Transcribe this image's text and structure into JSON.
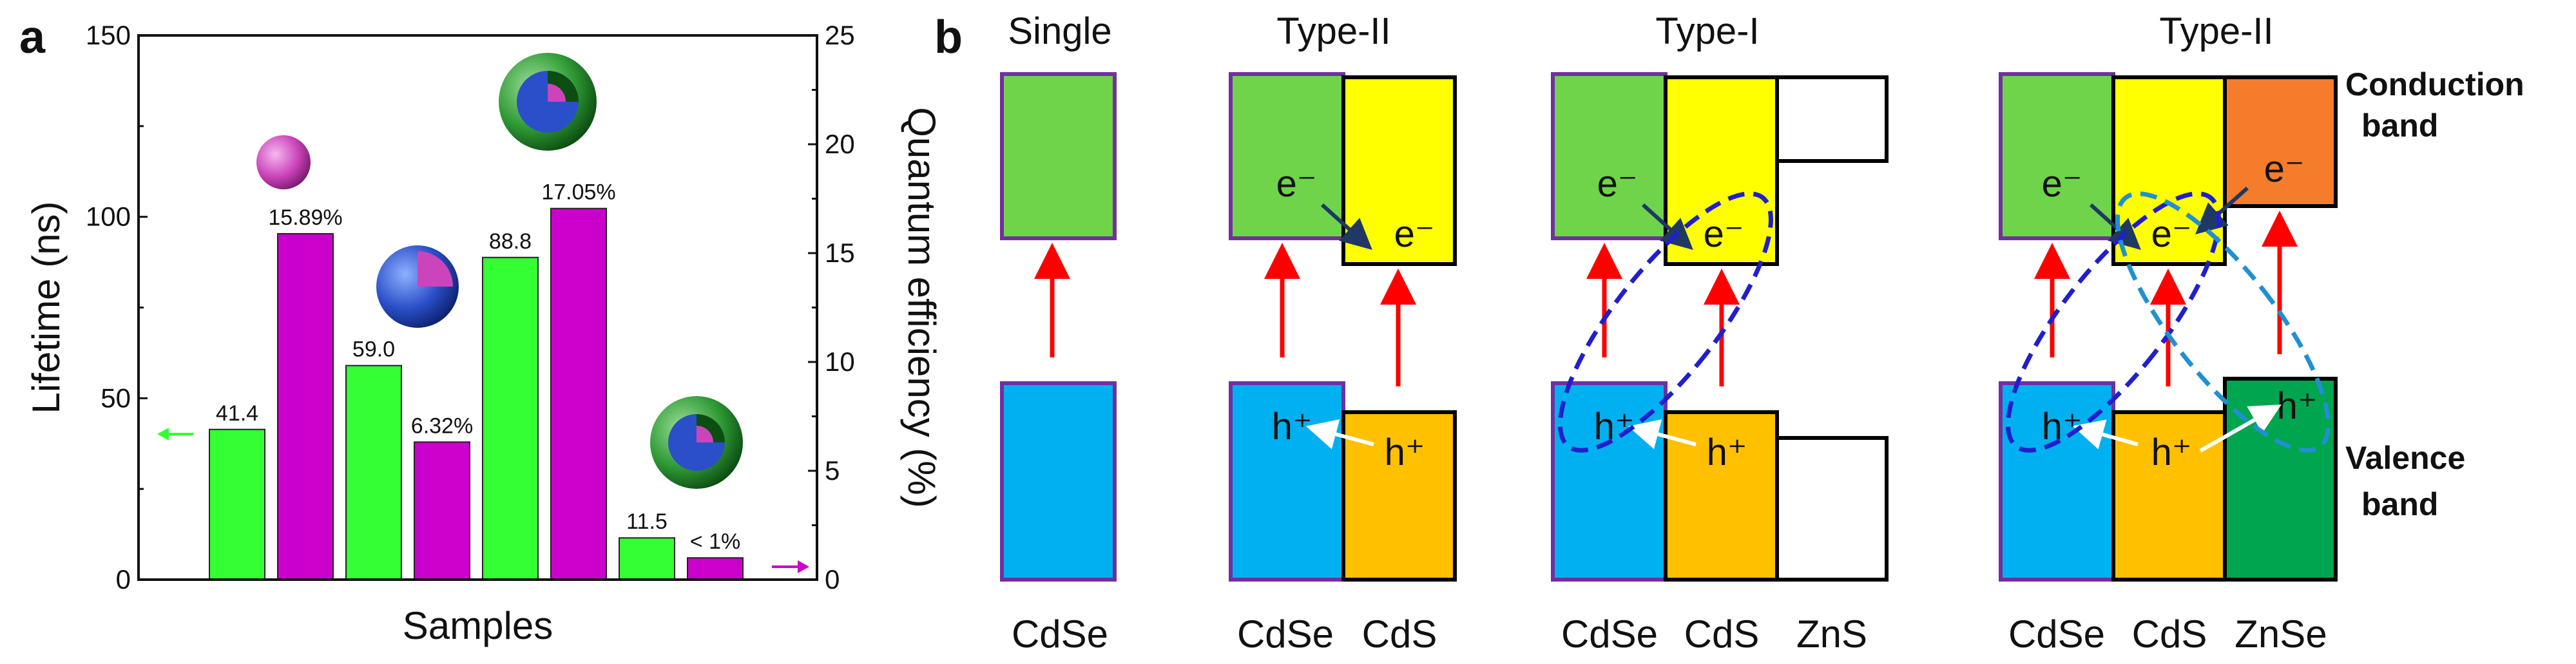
{
  "panel_a": {
    "letter": "a",
    "chart_data": {
      "type": "bar",
      "xlabel": "Samples",
      "ylabel_left": "Lifetime (ns)",
      "ylabel_right": "Quantum efficiency (%)",
      "ylim_left": [
        0,
        150
      ],
      "ylim_right": [
        0,
        25
      ],
      "yticks_left": [
        "0",
        "50",
        "100",
        "150"
      ],
      "yticks_right": [
        "0",
        "5",
        "10",
        "15",
        "20",
        "25"
      ],
      "grid": false,
      "categories": [
        "",
        "",
        "",
        ""
      ],
      "series": [
        {
          "axis": "left",
          "color": "#33ff33",
          "values": [
            41.4,
            59.0,
            88.8,
            11.5
          ],
          "labels": [
            "41.4",
            "59.0",
            "88.8",
            "11.5"
          ]
        },
        {
          "axis": "right",
          "color": "#cc00cc",
          "values": [
            15.89,
            6.32,
            17.05,
            1.0
          ],
          "labels": [
            "15.89%",
            "6.32%",
            "17.05%",
            "< 1%"
          ]
        }
      ]
    }
  },
  "panel_b": {
    "letter": "b",
    "structures": [
      {
        "title": "Single",
        "materials": [
          "CdSe"
        ]
      },
      {
        "title": "Type-II",
        "materials": [
          "CdSe",
          "CdS"
        ]
      },
      {
        "title": "Type-I",
        "materials": [
          "CdSe",
          "CdS",
          "ZnS"
        ]
      },
      {
        "title": "Type-II",
        "materials": [
          "CdSe",
          "CdS",
          "ZnSe"
        ]
      }
    ],
    "electron": "e⁻",
    "hole": "h⁺",
    "conduction_label": [
      "Conduction",
      "band"
    ],
    "valence_label": [
      "Valence",
      "band"
    ],
    "colors": {
      "cdse_cb": "#6fd44a",
      "cdse_vb": "#00b0f0",
      "cds_cb": "#ffff00",
      "cds_vb": "#ffc000",
      "znse_cb": "#f47c2a",
      "znse_vb": "#00a550",
      "cdse_border": "#7030a0",
      "arrow": "#ff0000",
      "e_arrow": "#1f3864",
      "ellipse_1": "#1f1fcc",
      "ellipse_2": "#2090d0"
    }
  }
}
